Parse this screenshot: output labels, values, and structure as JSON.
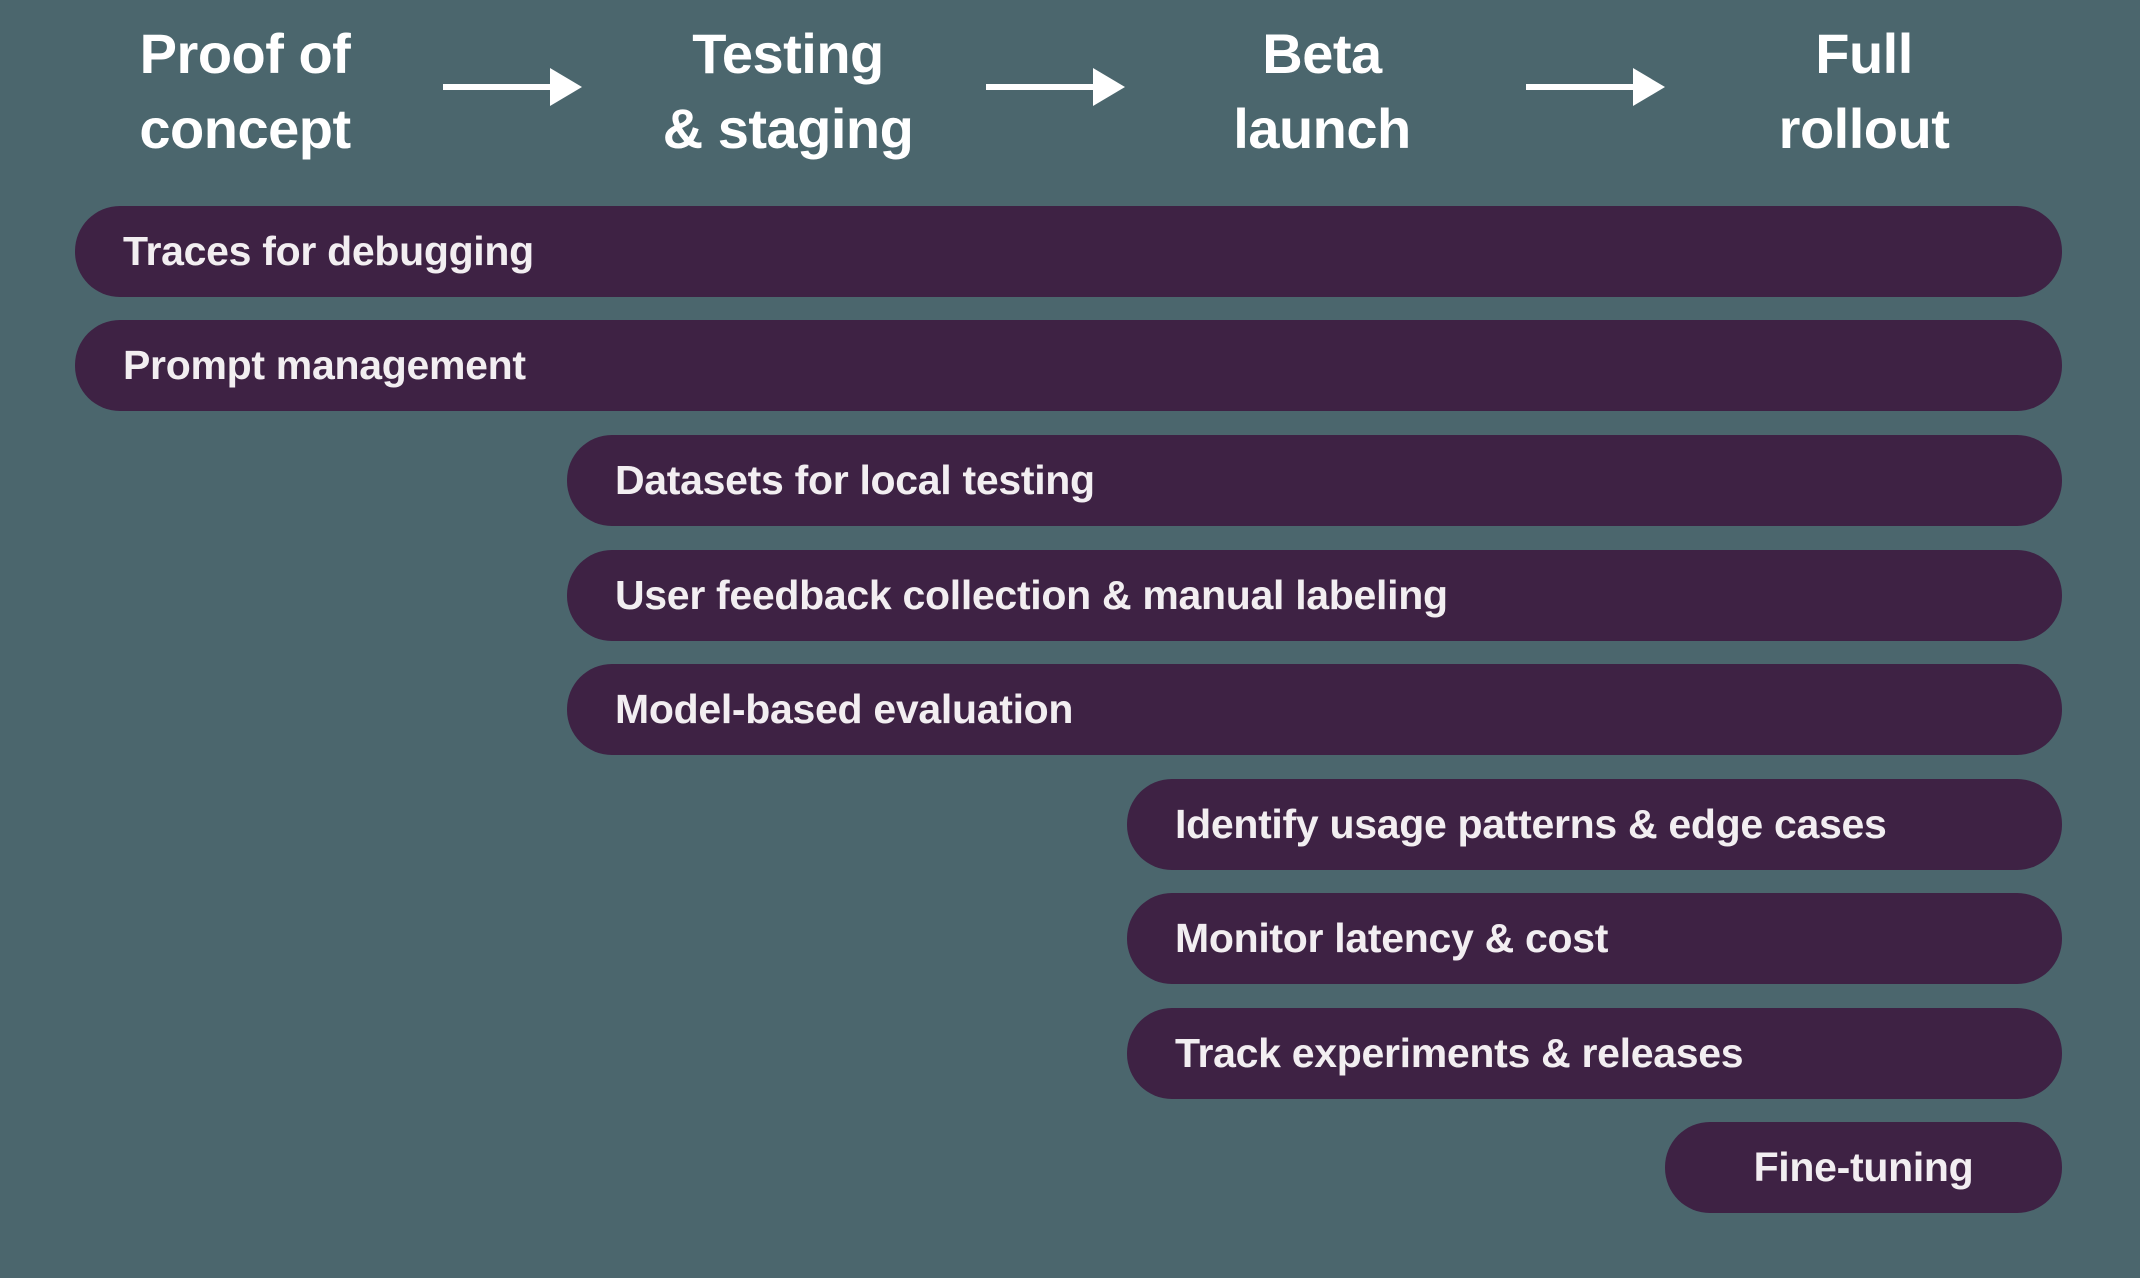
{
  "diagram": {
    "phases": [
      {
        "line1": "Proof of",
        "line2": "concept"
      },
      {
        "line1": "Testing",
        "line2": "& staging"
      },
      {
        "line1": "Beta",
        "line2": "launch"
      },
      {
        "line1": "Full",
        "line2": "rollout"
      }
    ],
    "bars": [
      {
        "label": "Traces for debugging",
        "start_phase": "Proof of concept"
      },
      {
        "label": "Prompt management",
        "start_phase": "Proof of concept"
      },
      {
        "label": "Datasets for local testing",
        "start_phase": "Testing & staging"
      },
      {
        "label": "User feedback collection & manual labeling",
        "start_phase": "Testing & staging"
      },
      {
        "label": "Model-based evaluation",
        "start_phase": "Testing & staging"
      },
      {
        "label": "Identify usage patterns & edge cases",
        "start_phase": "Beta launch"
      },
      {
        "label": "Monitor latency & cost",
        "start_phase": "Beta launch"
      },
      {
        "label": "Track experiments & releases",
        "start_phase": "Beta launch"
      },
      {
        "label": "Fine-tuning",
        "start_phase": "Full rollout"
      }
    ],
    "colors": {
      "background": "#4b666d",
      "bar": "#3e2244",
      "header_text": "#ffffff",
      "bar_text": "#f2eef1",
      "arrow": "#ffffff"
    }
  }
}
